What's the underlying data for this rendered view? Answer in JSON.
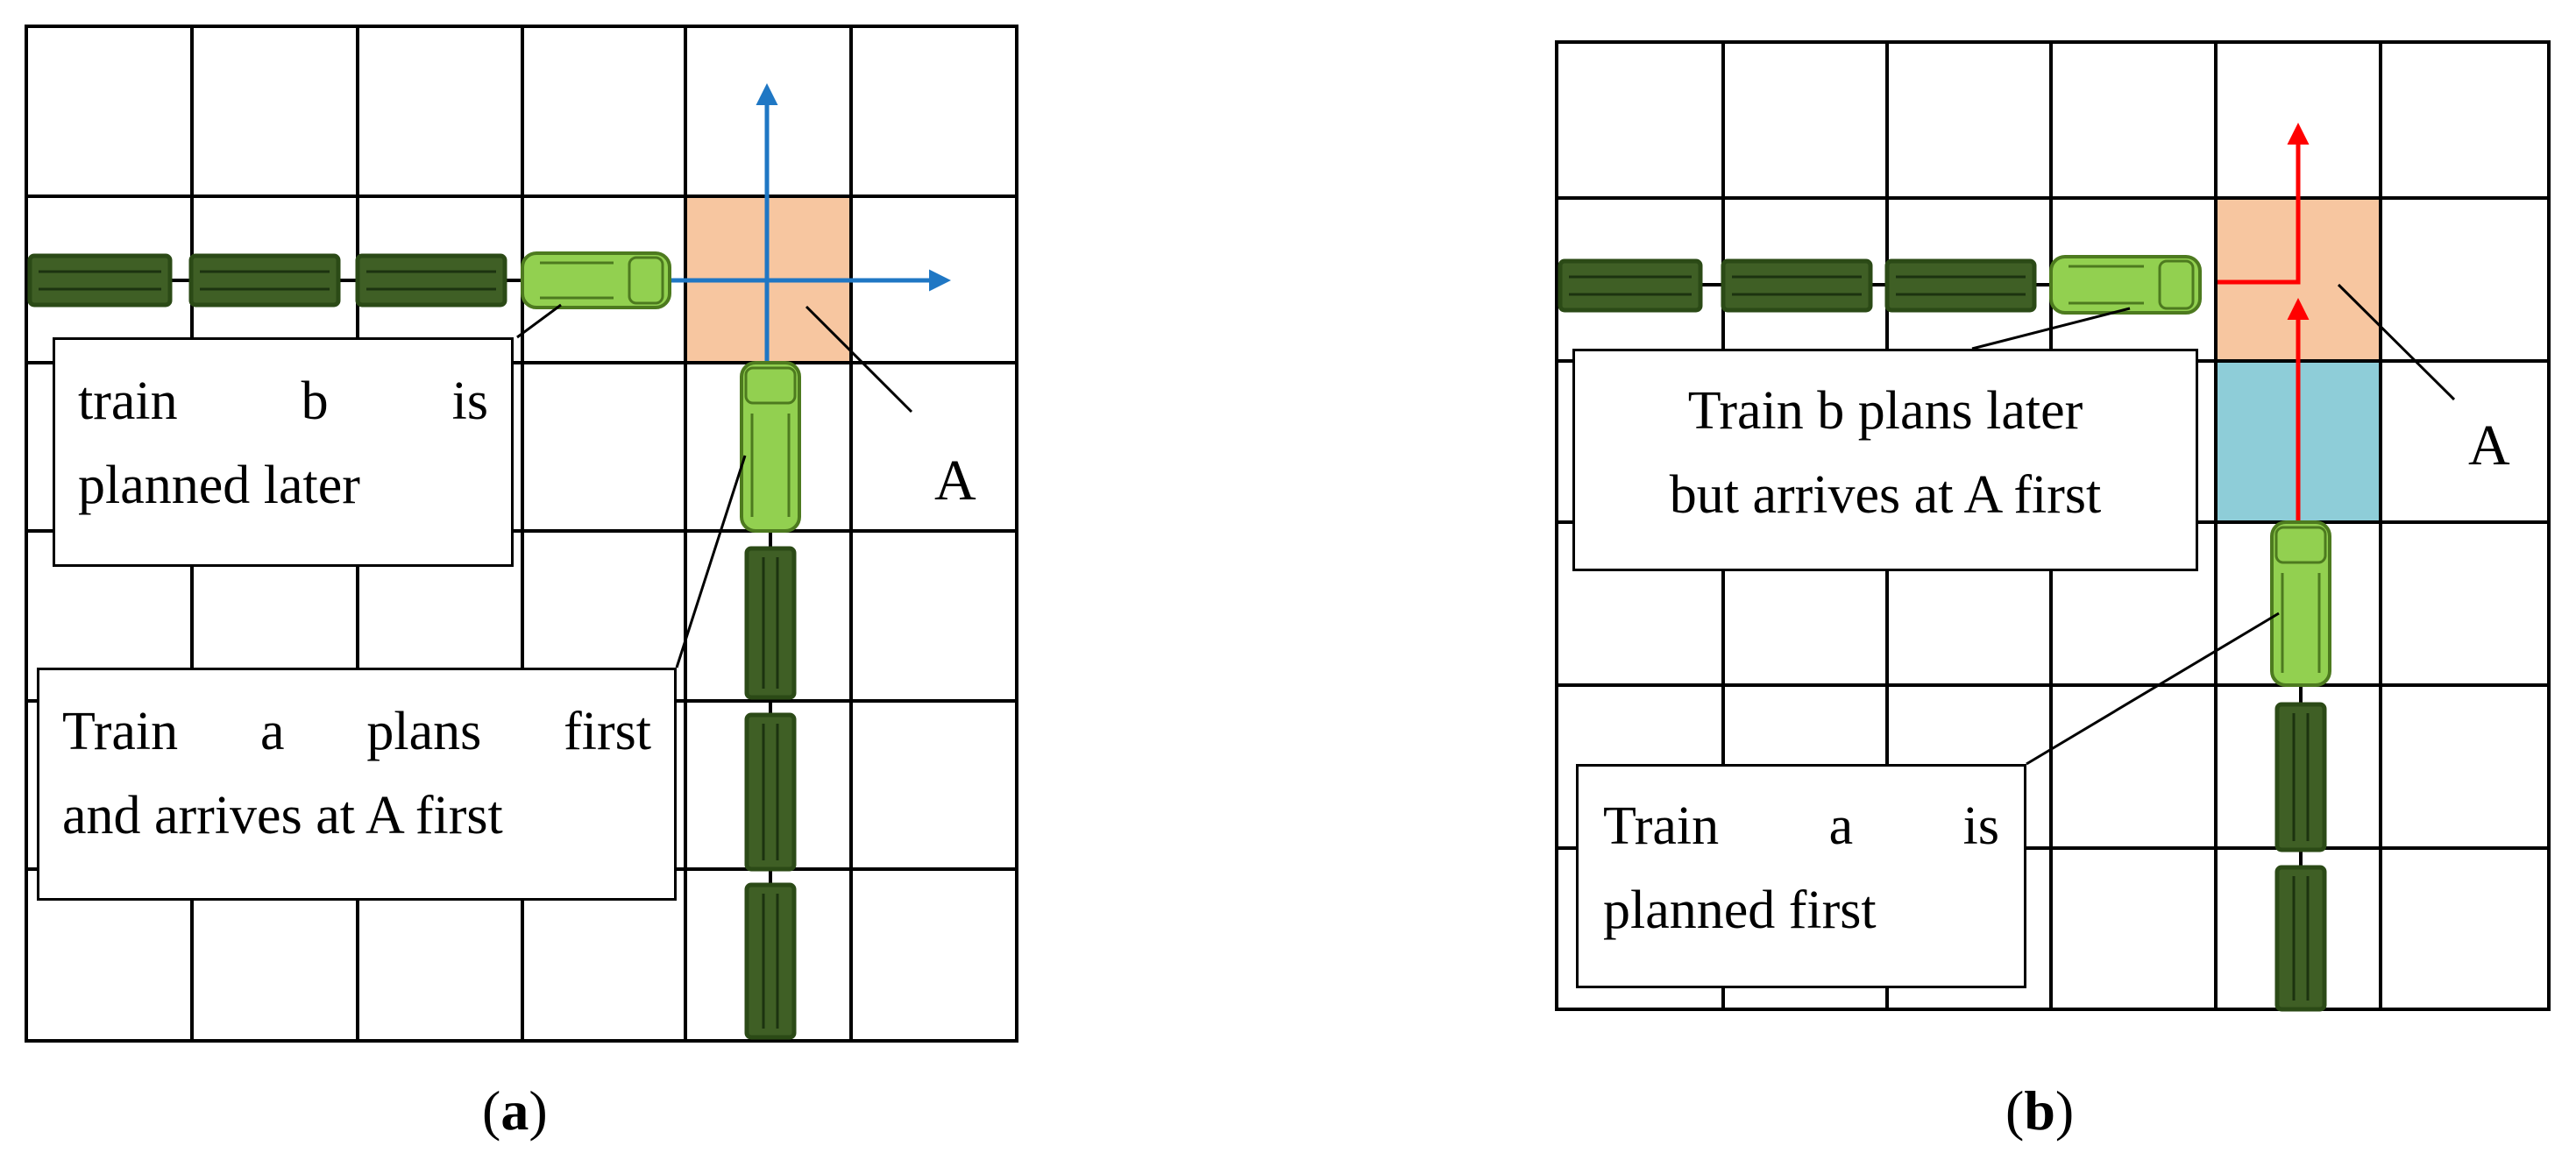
{
  "colors": {
    "grid": "#000000",
    "cell_target": "#f7c6a0",
    "cell_blocked": "#8ecdd8",
    "head_car": "#92d050",
    "body_car": "#3f5f25",
    "arrow_a": "#1f77c4",
    "arrow_b": "#ff0000"
  },
  "panel_a": {
    "callout_b": {
      "line1": [
        "train",
        "b",
        "is"
      ],
      "line2": "planned later"
    },
    "callout_a": {
      "line1": [
        "Train",
        "a",
        "plans",
        "first"
      ],
      "line2": "and arrives  at A first"
    },
    "cell_label": "A",
    "caption": {
      "open": "(",
      "letter": "a",
      "close": ")"
    }
  },
  "panel_b": {
    "callout_b": {
      "line1": "Train b plans later",
      "line2": "but arrives  at A first"
    },
    "callout_a": {
      "line1": [
        "Train",
        "a",
        "is"
      ],
      "line2": "planned first"
    },
    "cell_label": "A",
    "caption": {
      "open": "(",
      "letter": "b",
      "close": ")"
    }
  }
}
